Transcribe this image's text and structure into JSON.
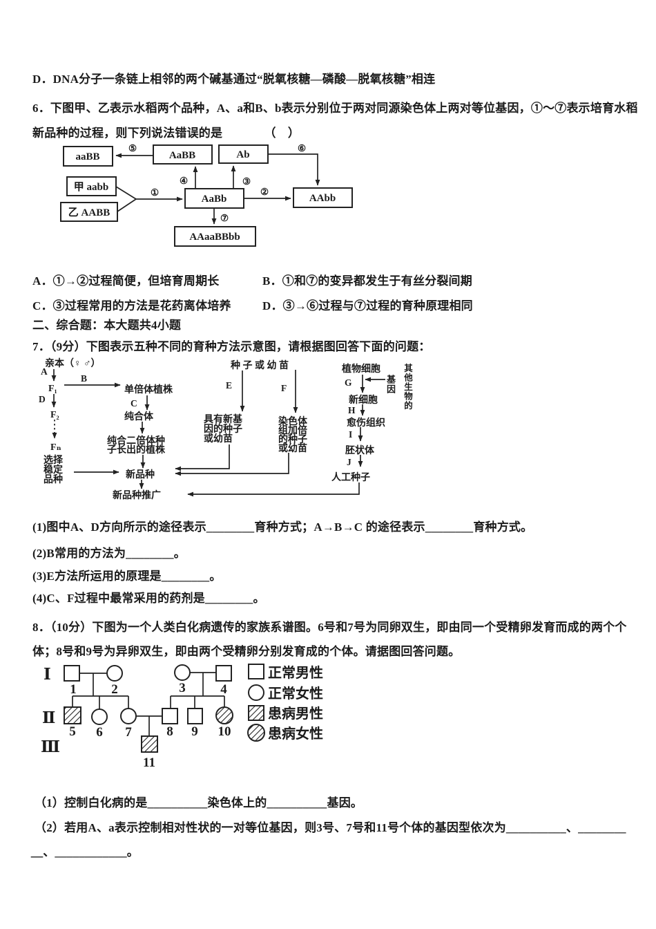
{
  "doc": {
    "optionD": "D．DNA分子一条链上相邻的两个碱基通过“脱氧核糖—磷酸—脱氧核糖”相连",
    "q6": {
      "line1": "6．下图甲、乙表示水稻两个品种，A、a和B、b表示分别位于两对同源染色体上两对等位基因，①～⑦表示培育水稻",
      "line2": "新品种的过程，则下列说法错误的是　　　　（　）",
      "optA": "A．①→②过程简便，但培育周期长",
      "optB": "B．①和⑦的变异都发生于有丝分裂间期",
      "optC": "C．③过程常用的方法是花药离体培养",
      "optD": "D．③→⑥过程与⑦过程的育种原理相同",
      "diagram": {
        "aaBB": "aaBB",
        "AaBB": "AaBB",
        "Ab": "Ab",
        "jia": "甲 aabb",
        "yi": "乙 AABB",
        "AaBb": "AaBb",
        "AAbb": "AAbb",
        "AAaaBBbb": "AAaaBBbb",
        "n1": "①",
        "n2": "②",
        "n3": "③",
        "n4": "④",
        "n5": "⑤",
        "n6": "⑥",
        "n7": "⑦"
      }
    },
    "section2": "二、综合题：本大题共4小题",
    "q7": {
      "intro": "7．（9分）下图表示五种不同的育种方法示意图，请根据图回答下面的问题：",
      "d": {
        "qinben": "亲本（♀ ♂）",
        "A": "A",
        "B": "B",
        "C": "C",
        "D": "D",
        "E": "E",
        "F": "F",
        "G": "G",
        "H": "H",
        "I": "I",
        "J": "J",
        "f1": "F₁",
        "f2": "F₂",
        "fn": "Fₙ",
        "danbei": "单倍体植株",
        "chunhe": "纯合体",
        "chun2a": "纯合二倍体种",
        "chun2b": "子长出的植株",
        "xuanze": "选择",
        "wending": "稳定",
        "pinzhong": "品种",
        "xinpin": "新品种",
        "tuiguang": "新品种推广",
        "zhongzi": "种 子 或 幼 苗",
        "juyou1": "具有新基",
        "juyou2": "因的种子",
        "juyou3": "或幼苗",
        "ran1": "染色体",
        "ran2": "组加倍",
        "ran3": "的种子",
        "ran4": "或幼苗",
        "zhiwu": "植物细胞",
        "qita": "其他生物的",
        "jiyin": "基因",
        "xinxibao": "新细胞",
        "yushang": "愈伤组织",
        "peizhuangti": "胚状体",
        "rengong": "人工种子"
      },
      "q1": "(1)图中A、D方向所示的途径表示________育种方式；A→B→C 的途径表示________育种方式。",
      "q2": "(2)B常用的方法为________。",
      "q3": "(3)E方法所运用的原理是________。",
      "q4": "(4)C、F过程中最常采用的药剂是________。"
    },
    "q8": {
      "line1": "8．（10分）下图为一个人类白化病遗传的家族系谱图。6号和7号为同卵双生，即由同一个受精卵发育而成的两个个",
      "line2": "体；8号和9号为异卵双生，即由两个受精卵分别发育成的个体。请据图回答问题。",
      "ped": {
        "g1": "Ⅰ",
        "g2": "Ⅱ",
        "g3": "Ⅲ",
        "p1": "1",
        "p2": "2",
        "p3": "3",
        "p4": "4",
        "p5": "5",
        "p6": "6",
        "p7": "7",
        "p8": "8",
        "p9": "9",
        "p10": "10",
        "p11": "11",
        "leg1": "正常男性",
        "leg2": "正常女性",
        "leg3": "患病男性",
        "leg4": "患病女性"
      },
      "q1": "（1）控制白化病的是__________染色体上的__________基因。",
      "q2": "（2）若用A、a表示控制相对性状的一对等位基因，则3号、7号和11号个体的基因型依次为__________、________",
      "q2b": "＿、____________。"
    }
  }
}
